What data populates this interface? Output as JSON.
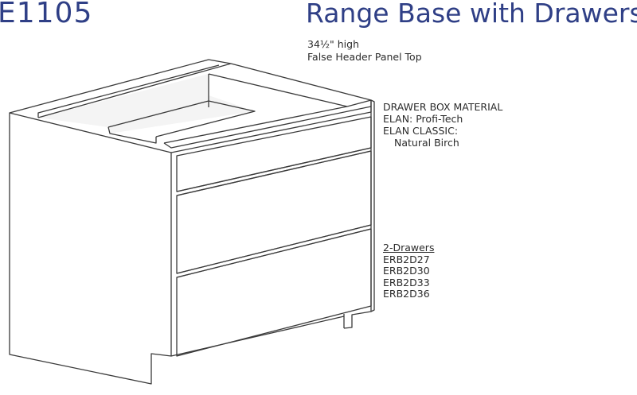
{
  "header": {
    "code": "E1105",
    "title": "Range Base with Drawers"
  },
  "specs": {
    "height": "34½\" high",
    "top": "False Header Panel Top"
  },
  "drawer_material": {
    "heading": "DRAWER BOX MATERIAL",
    "elan": "ELAN: Profi-Tech",
    "elan_classic_label": "ELAN CLASSIC:",
    "elan_classic_value": "Natural Birch"
  },
  "models": {
    "heading": "2-Drawers",
    "items": [
      "ERB2D27",
      "ERB2D30",
      "ERB2D33",
      "ERB2D36"
    ]
  },
  "illustration": {
    "icon": "range-base-cabinet-drawing",
    "drawer_count": 2
  }
}
